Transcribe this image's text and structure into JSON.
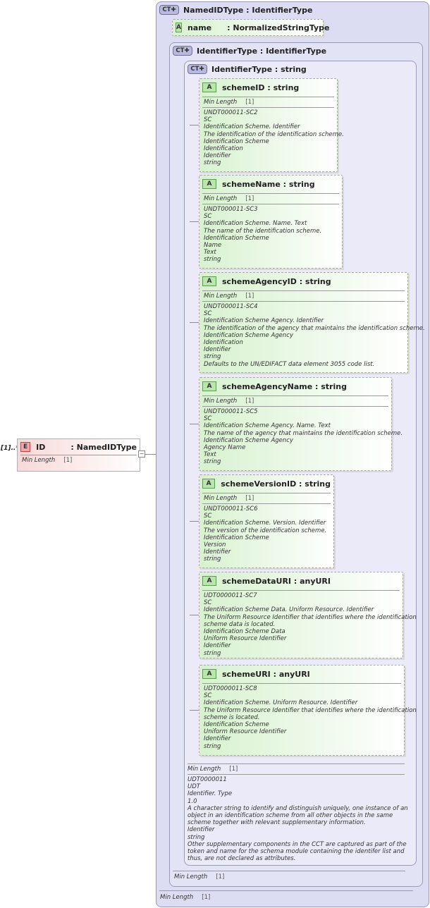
{
  "element": {
    "badge": "E",
    "name": "ID",
    "type": ": NamedIDType",
    "cardinality": "[1]..*",
    "prop_label": "Min Length",
    "prop_value": "[1]"
  },
  "ct1": {
    "badge": "CT",
    "title": "NamedIDType : IdentifierType",
    "footer_label": "Min Length",
    "footer_value": "[1]"
  },
  "name_attr": {
    "badge": "A",
    "name": "name",
    "type": ": NormalizedStringType"
  },
  "ct2": {
    "badge": "CT",
    "title": "IdentifierType : IdentifierType",
    "footer_label": "Min Length",
    "footer_value": "[1]"
  },
  "ct3": {
    "badge": "CT",
    "title": "IdentifierType : string",
    "footer_label": "Min Length",
    "footer_value": "[1]",
    "doc": [
      "UDT0000011",
      "UDT",
      "Identifier. Type",
      "1.0",
      "A character string to identify and distinguish uniquely, one instance of an",
      "object in an identification scheme from all other objects in the same",
      "scheme together with relevant supplementary information.",
      "Identifier",
      "string",
      "Other supplementary components in the CCT are captured as part of the",
      "token and name for the schema module containing the identifer list and",
      "thus, are not declared as attributes."
    ]
  },
  "attributes": [
    {
      "badge": "A",
      "title": "schemeID : string",
      "prop_label": "Min Length",
      "prop_value": "[1]",
      "doc": [
        "UNDT000011-SC2",
        "SC",
        "Identification Scheme. Identifier",
        "The identification of the identification scheme.",
        "Identification Scheme",
        "Identification",
        "Identifier",
        "string"
      ]
    },
    {
      "badge": "A",
      "title": "schemeName : string",
      "prop_label": "Min Length",
      "prop_value": "[1]",
      "doc": [
        "UNDT000011-SC3",
        "SC",
        "Identification Scheme. Name. Text",
        "The name of the identification scheme.",
        "Identification Scheme",
        "Name",
        "Text",
        "string"
      ]
    },
    {
      "badge": "A",
      "title": "schemeAgencyID : string",
      "prop_label": "Min Length",
      "prop_value": "[1]",
      "doc": [
        "UNDT000011-SC4",
        "SC",
        "Identification Scheme Agency. Identifier",
        "The identification of the agency that maintains the identification scheme.",
        "Identification Scheme Agency",
        "Identification",
        "Identifier",
        "string",
        "Defaults to the UN/EDIFACT data element 3055 code list."
      ]
    },
    {
      "badge": "A",
      "title": "schemeAgencyName : string",
      "prop_label": "Min Length",
      "prop_value": "[1]",
      "doc": [
        "UNDT000011-SC5",
        "SC",
        "Identification Scheme Agency. Name. Text",
        "The name of the agency that maintains the identification scheme.",
        "Identification Scheme Agency",
        "Agency Name",
        "Text",
        "string"
      ]
    },
    {
      "badge": "A",
      "title": "schemeVersionID : string",
      "prop_label": "Min Length",
      "prop_value": "[1]",
      "doc": [
        "UNDT000011-SC6",
        "SC",
        "Identification Scheme. Version. Identifier",
        "The version of the identification scheme.",
        "Identification Scheme",
        "Version",
        "Identifier",
        "string"
      ]
    },
    {
      "badge": "A",
      "title": "schemeDataURI : anyURI",
      "doc": [
        "UDT0000011-SC7",
        "SC",
        "Identification Scheme Data. Uniform Resource. Identifier",
        "The Uniform Resource Identifier that identifies where the identification",
        "scheme data is located.",
        "Identification Scheme Data",
        "Uniform Resource Identifier",
        "Identifier",
        "string"
      ]
    },
    {
      "badge": "A",
      "title": "schemeURI : anyURI",
      "doc": [
        "UDT0000011-SC8",
        "SC",
        "Identification Scheme. Uniform Resource. Identifier",
        "The Uniform Resource Identifier that identifies where the identification",
        "scheme is located.",
        "Identification Scheme",
        "Uniform Resource Identifier",
        "Identifier",
        "string"
      ]
    }
  ]
}
